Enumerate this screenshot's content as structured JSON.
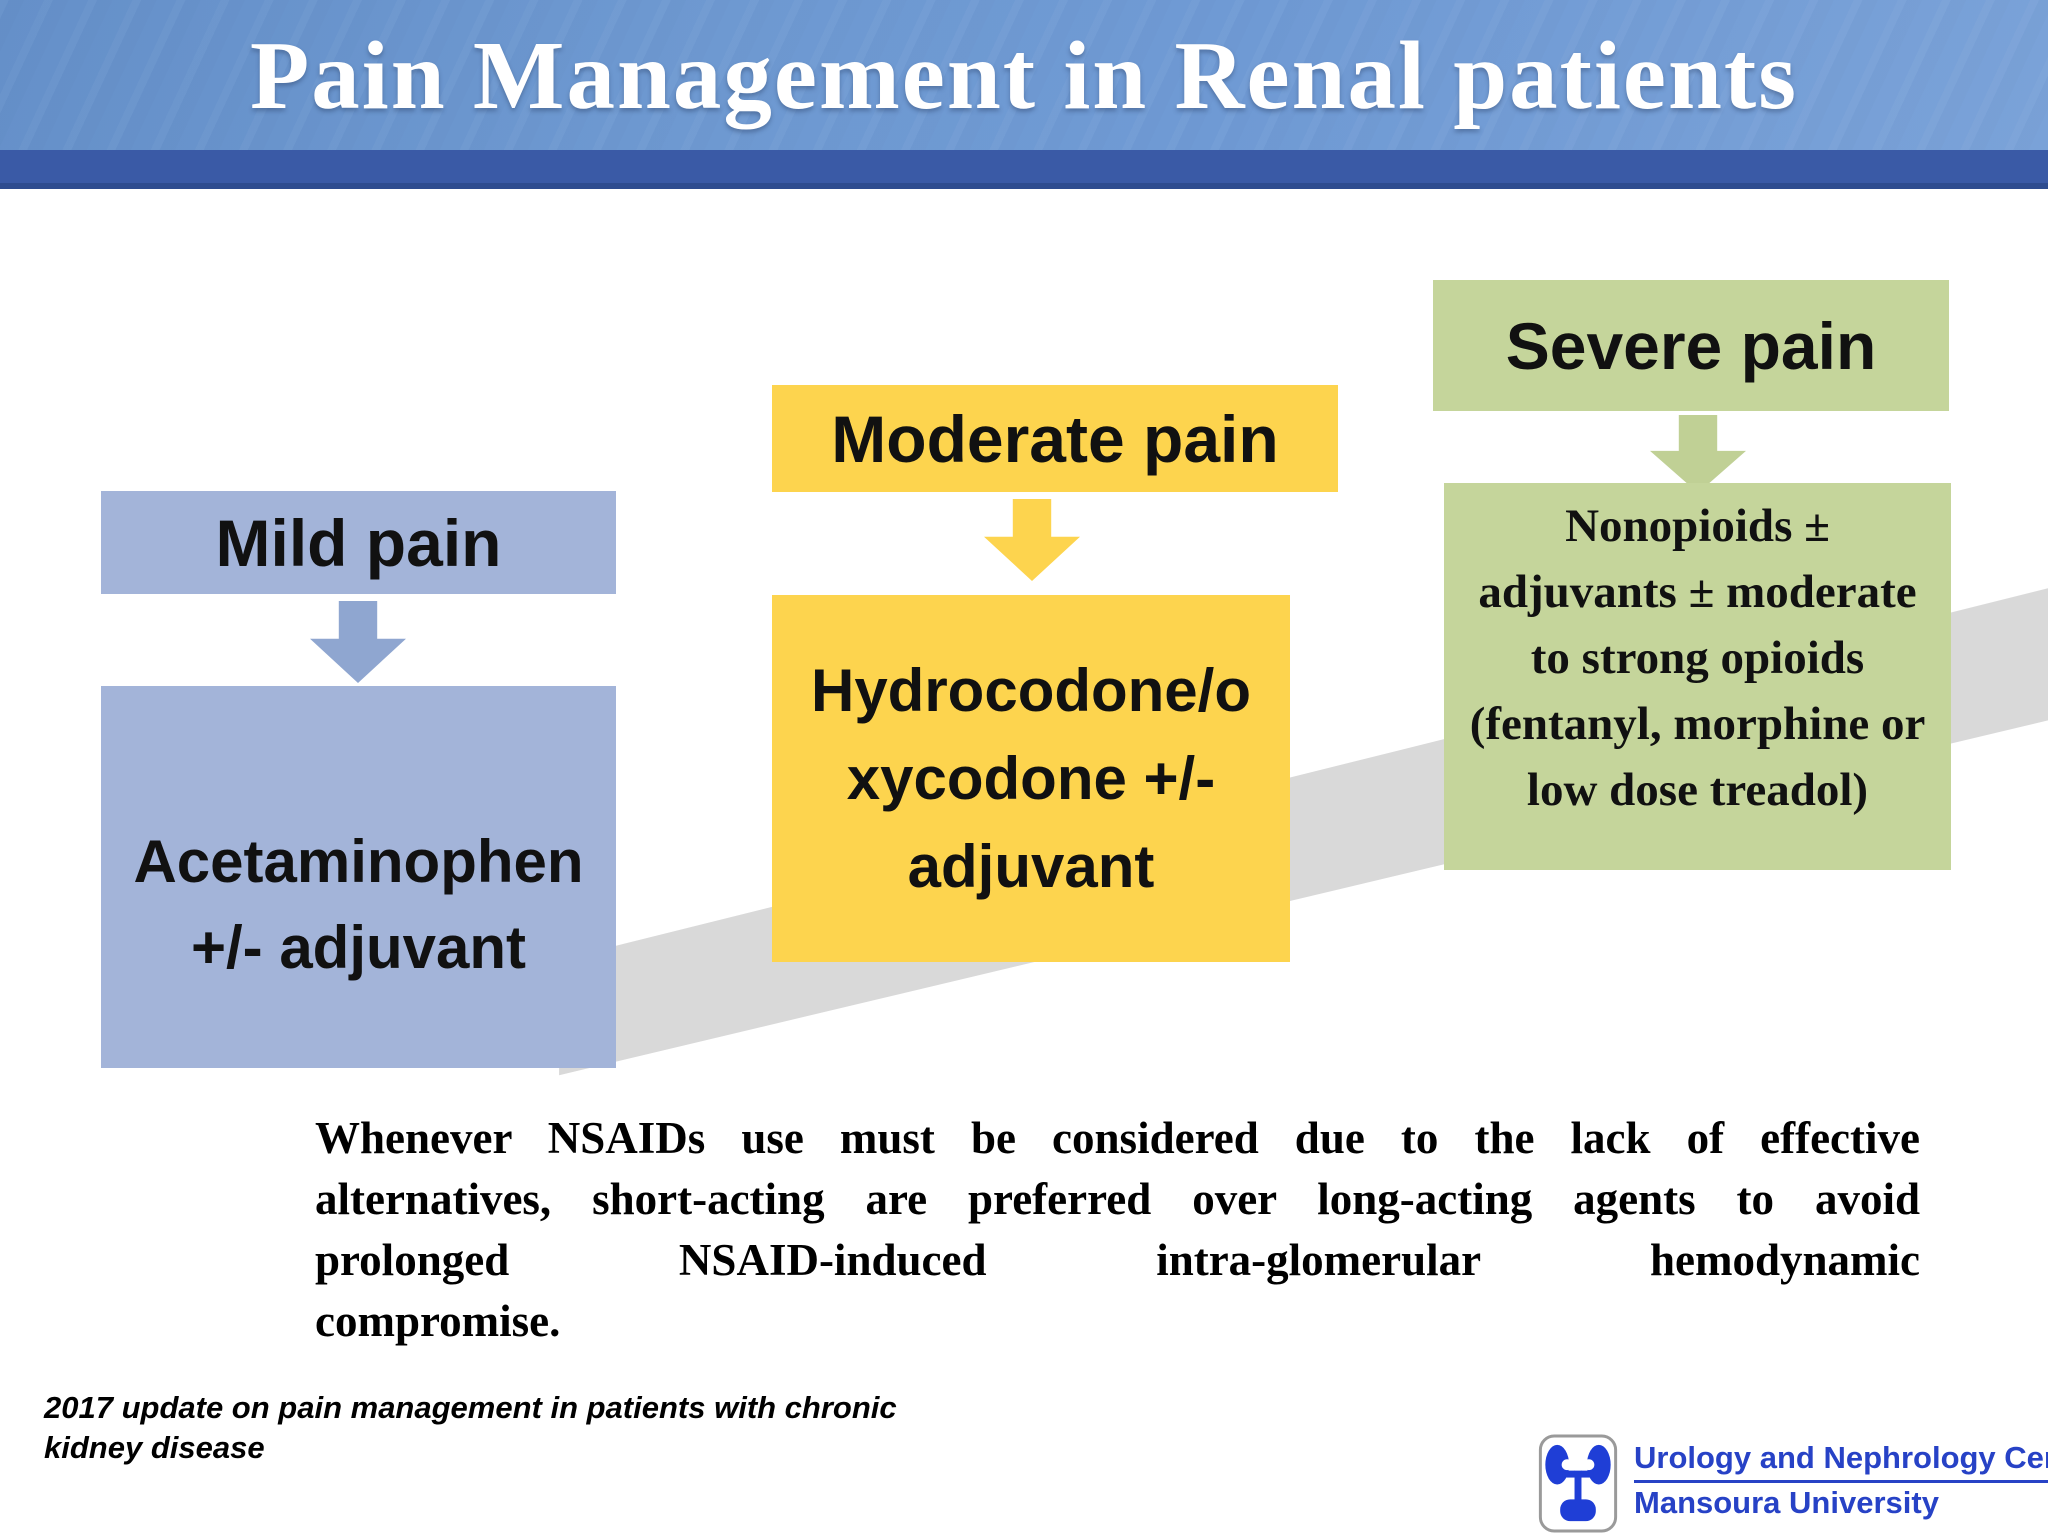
{
  "header": {
    "title": "Pain Management in Renal patients"
  },
  "columns": [
    {
      "id": "mild",
      "label": "Mild pain",
      "treatment": "Acetaminophen +/- adjuvant",
      "treatment_lines": [
        "Acetaminophen",
        "+/- adjuvant"
      ],
      "box_color": "#a3b4d9",
      "arrow_color": "#8fa6d0"
    },
    {
      "id": "moderate",
      "label": "Moderate pain",
      "treatment": "Hydrocodone/oxycodone +/- adjuvant",
      "treatment_lines": [
        "Hydrocodone/o",
        "xycodone +/-",
        "adjuvant"
      ],
      "box_color": "#fdd44e",
      "arrow_color": "#fdd44e"
    },
    {
      "id": "severe",
      "label": "Severe pain",
      "treatment": "Nonopioids ± adjuvants ± moderate to strong opioids (fentanyl, morphine or low dose treadol)",
      "treatment_lines": [
        "Nonopioids ±",
        "adjuvants ± moderate",
        "to strong opioids",
        "(fentanyl, morphine or",
        "low dose treadol)"
      ],
      "box_color": "#c5d59b",
      "arrow_color": "#c0d095"
    }
  ],
  "note": {
    "lines": [
      "Whenever NSAIDs use must be considered due to the lack of effective",
      "alternatives, short-acting are preferred over long-acting agents to avoid",
      "prolonged NSAID-induced intra-glomerular hemodynamic",
      "compromise."
    ],
    "full_text": "Whenever NSAIDs use must be considered due to the lack of effective alternatives, short-acting are preferred over long-acting agents to avoid prolonged NSAID-induced intra-glomerular hemodynamic compromise."
  },
  "citation": "2017 update on pain management in patients with chronic kidney disease",
  "footer_logo": {
    "icon": "kidneys-icon",
    "line1": "Urology and Nephrology Center",
    "line2": "Mansoura University",
    "text_color": "#2742c6"
  },
  "colors": {
    "header_band": "#6f9ad4",
    "header_strip": "#3a5aa6",
    "header_strip_edge": "#2e4c8f",
    "title_text": "#ffffff",
    "gray_band": "#d9d9d9",
    "mild_box": "#a3b4d9",
    "moderate_box": "#fdd44e",
    "severe_box": "#c5d59b",
    "body_text": "#000000"
  }
}
